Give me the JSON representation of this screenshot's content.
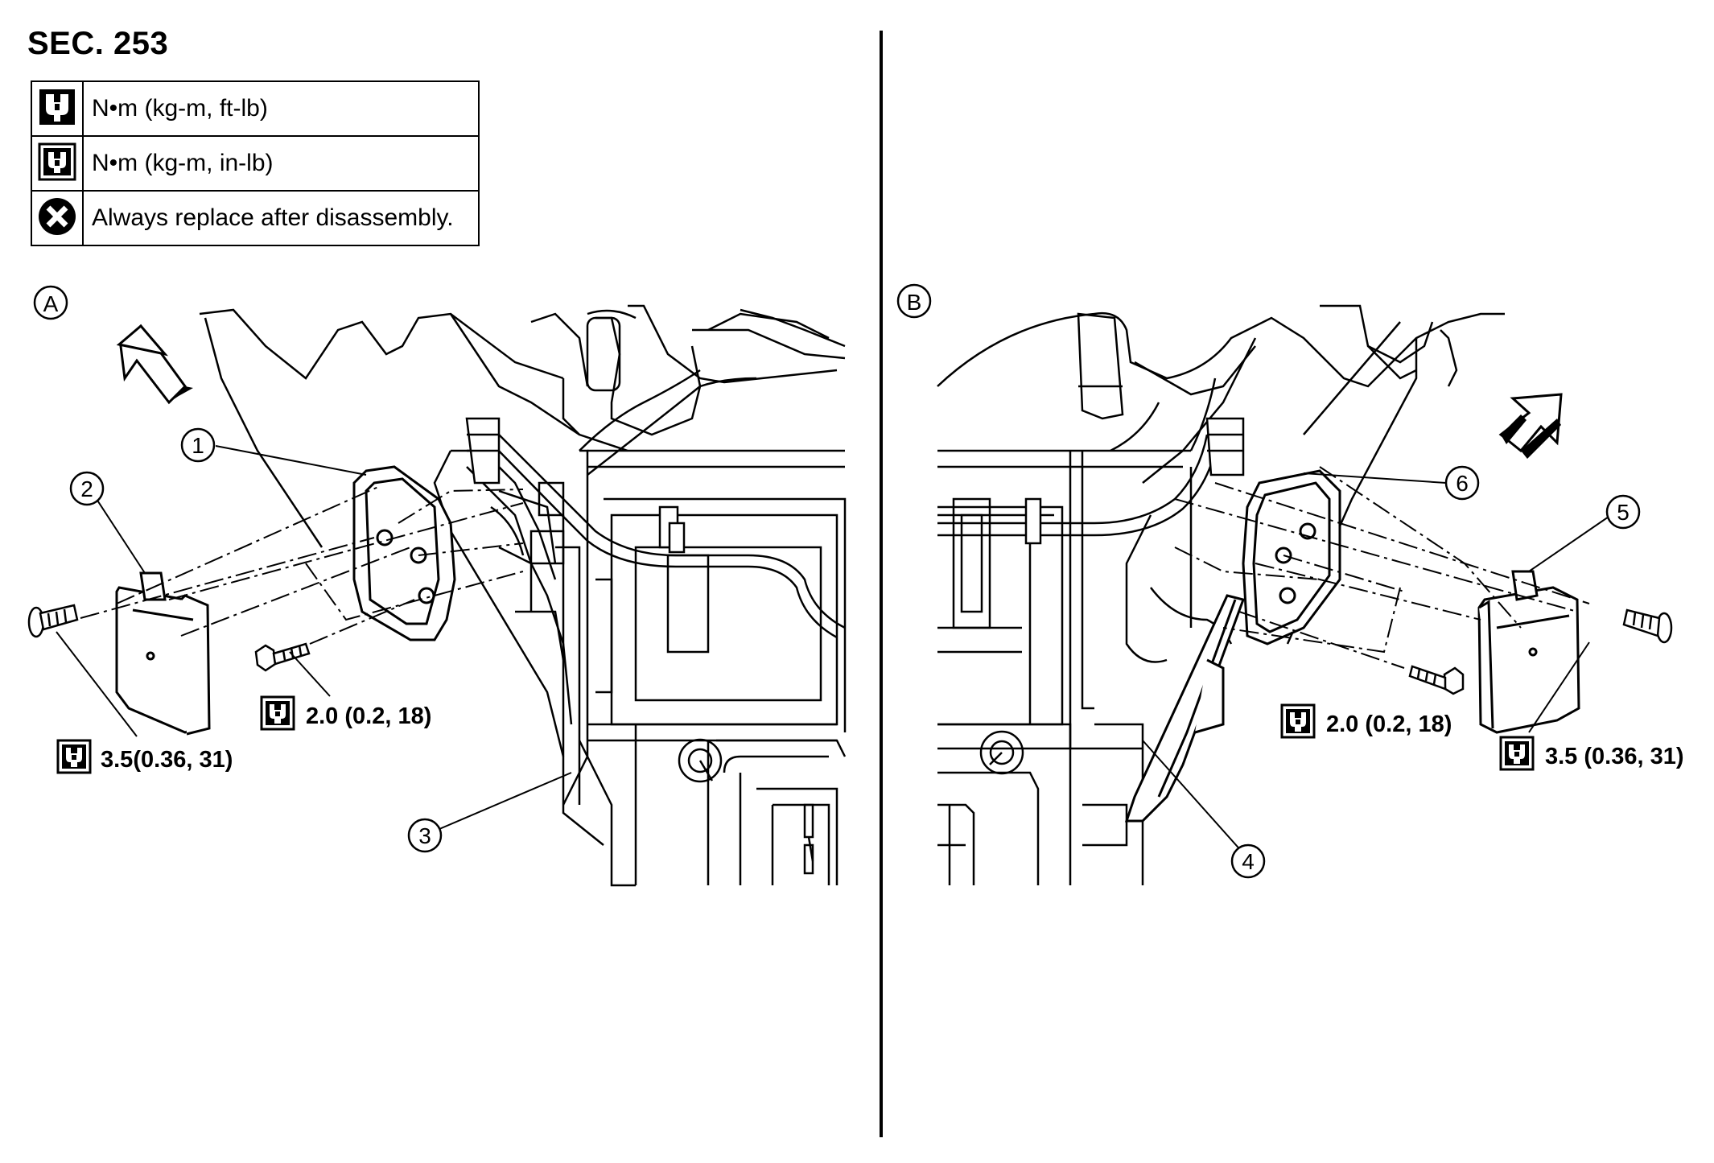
{
  "section": "SEC. 253",
  "legend": [
    {
      "icon": "torque-wrench-ft-lb-icon",
      "text": "N•m (kg-m, ft-lb)"
    },
    {
      "icon": "torque-wrench-in-lb-icon",
      "text": "N•m (kg-m, in-lb)"
    },
    {
      "icon": "always-replace-icon",
      "text": "Always replace after disassembly."
    }
  ],
  "views": {
    "a": "A",
    "b": "B"
  },
  "callouts": {
    "c1": "1",
    "c2": "2",
    "c3": "3",
    "c4": "4",
    "c5": "5",
    "c6": "6"
  },
  "torque": {
    "a_bolt": "2.0 (0.2, 18)",
    "a_screw": "3.5(0.36, 31)",
    "b_bolt": "2.0 (0.2, 18)",
    "b_screw": "3.5 (0.36, 31)"
  }
}
